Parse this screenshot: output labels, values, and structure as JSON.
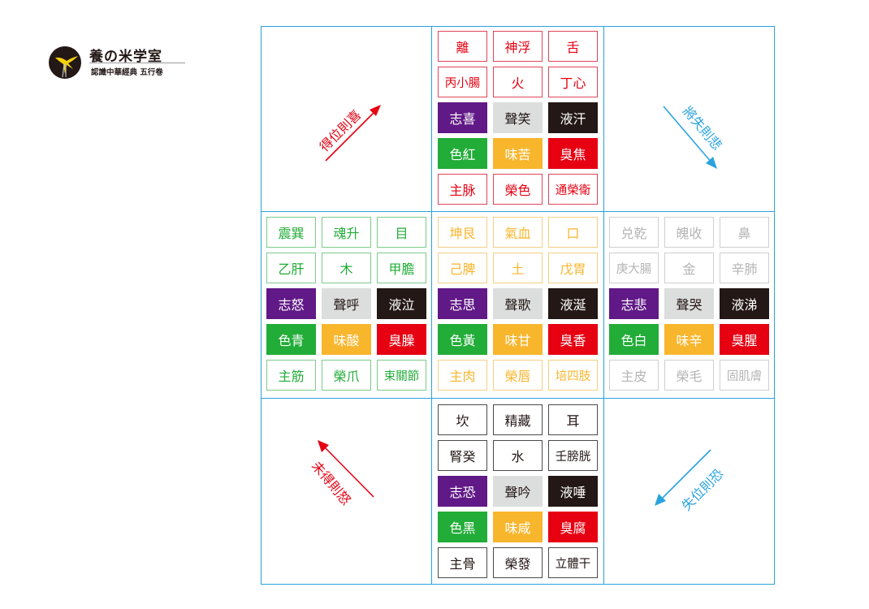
{
  "logo": {
    "title": "養の米学室",
    "subtitle": "認識中華經典 五行卷"
  },
  "colors": {
    "grid_border": "#29a3de",
    "fire": "#e60012",
    "wood": "#22ac38",
    "earth": "#f8b62d",
    "metal": "#b5b5b5",
    "water": "#231815",
    "emotion_bg": "#601986",
    "sound_bg": "#dcdddd",
    "fluid_bg": "#231815",
    "color_bg": "#22ac38",
    "taste_bg": "#f8b62d",
    "odor_bg": "#e60012",
    "arrow_red": "#e60012",
    "arrow_blue": "#29a3de"
  },
  "corners": {
    "top_left": {
      "label": "得位則喜",
      "direction": "up-right",
      "color": "#e60012"
    },
    "top_right": {
      "label": "將失則悲",
      "direction": "down-right",
      "color": "#29a3de"
    },
    "bottom_left": {
      "label": "未得則怒",
      "direction": "up-left",
      "color": "#e60012"
    },
    "bottom_right": {
      "label": "失位則恐",
      "direction": "down-left",
      "color": "#29a3de"
    }
  },
  "elements": {
    "fire": {
      "name": "火",
      "rows": [
        [
          "離",
          "神浮",
          "舌"
        ],
        [
          "丙小腸",
          "火",
          "丁心"
        ],
        [
          "志喜",
          "聲笑",
          "液汗"
        ],
        [
          "色紅",
          "味苦",
          "臭焦"
        ],
        [
          "主脉",
          "榮色",
          "通榮衛"
        ]
      ]
    },
    "wood": {
      "name": "木",
      "rows": [
        [
          "震巽",
          "魂升",
          "目"
        ],
        [
          "乙肝",
          "木",
          "甲膽"
        ],
        [
          "志怒",
          "聲呼",
          "液泣"
        ],
        [
          "色青",
          "味酸",
          "臭臊"
        ],
        [
          "主筋",
          "榮爪",
          "束關節"
        ]
      ]
    },
    "earth": {
      "name": "土",
      "rows": [
        [
          "坤艮",
          "氣血",
          "口"
        ],
        [
          "己脾",
          "土",
          "戊胃"
        ],
        [
          "志思",
          "聲歌",
          "液涎"
        ],
        [
          "色黃",
          "味甘",
          "臭香"
        ],
        [
          "主肉",
          "榮唇",
          "培四肢"
        ]
      ]
    },
    "metal": {
      "name": "金",
      "rows": [
        [
          "兑乾",
          "魄收",
          "鼻"
        ],
        [
          "庚大腸",
          "金",
          "辛肺"
        ],
        [
          "志悲",
          "聲哭",
          "液涕"
        ],
        [
          "色白",
          "味辛",
          "臭腥"
        ],
        [
          "主皮",
          "榮毛",
          "固肌膚"
        ]
      ]
    },
    "water": {
      "name": "水",
      "rows": [
        [
          "坎",
          "精藏",
          "耳"
        ],
        [
          "腎癸",
          "水",
          "壬膀胱"
        ],
        [
          "志恐",
          "聲吟",
          "液唾"
        ],
        [
          "色黑",
          "味咸",
          "臭腐"
        ],
        [
          "主骨",
          "榮發",
          "立體干"
        ]
      ]
    }
  }
}
